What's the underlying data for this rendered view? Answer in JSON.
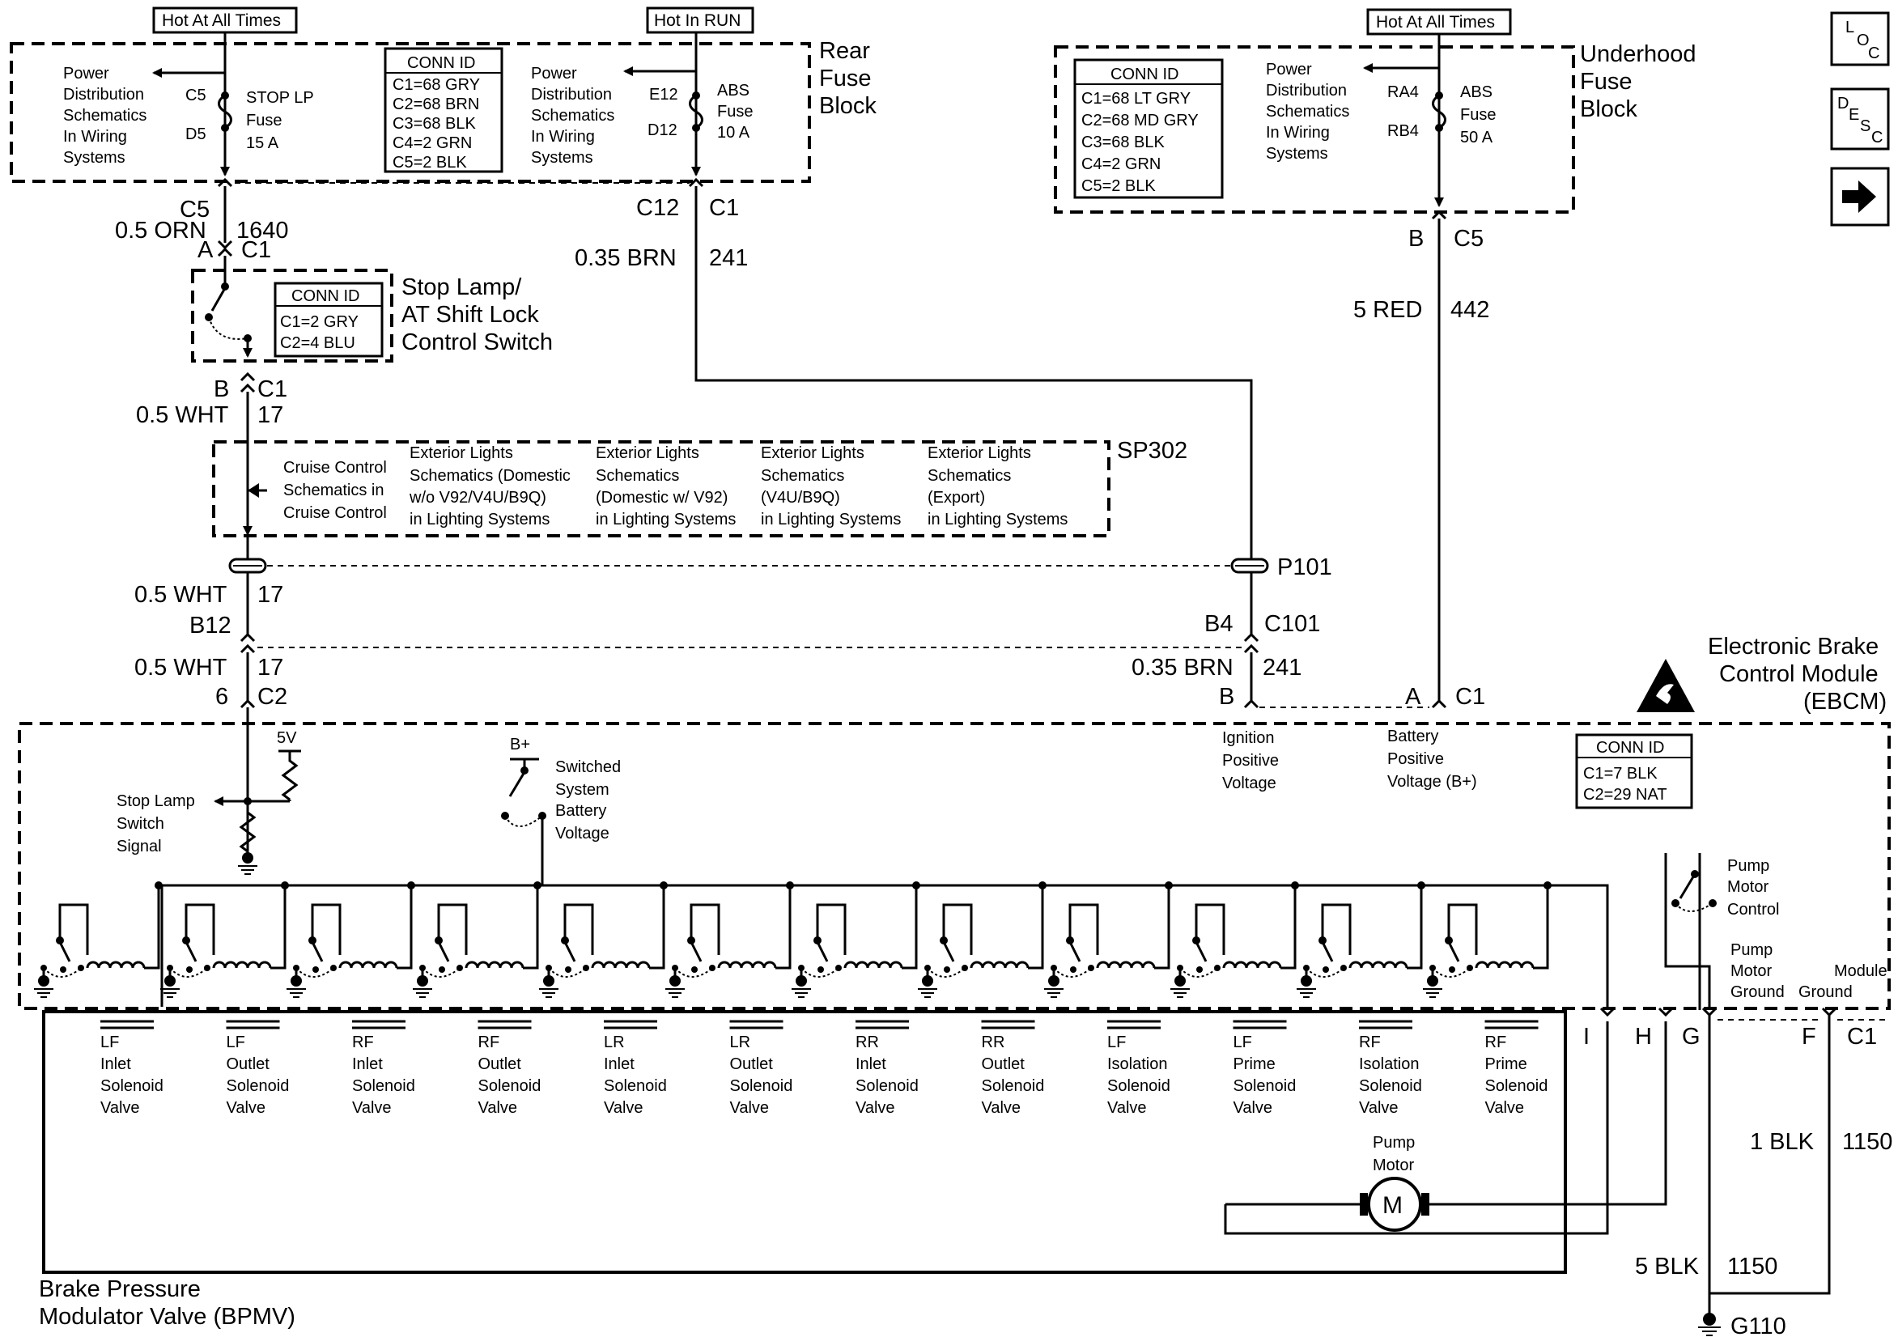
{
  "nav": {
    "loc": [
      "L",
      "O",
      "C"
    ],
    "desc": [
      "D",
      "E",
      "S",
      "C"
    ],
    "arrow": "arrow-right-icon"
  },
  "hot_tags": {
    "rear_stop": "Hot At All Times",
    "rear_abs": "Hot In RUN",
    "underhood": "Hot At All Times"
  },
  "rear_fuse_block": {
    "title": [
      "Rear",
      "Fuse",
      "Block"
    ],
    "left_ref": [
      "Power",
      "Distribution",
      "Schematics",
      "In Wiring",
      "Systems"
    ],
    "stop_fuse": {
      "in": "C5",
      "out": "D5",
      "label": [
        "STOP LP",
        "Fuse",
        "15 A"
      ]
    },
    "conn_id": {
      "title": "CONN ID",
      "rows": [
        "C1=68 GRY",
        "C2=68 BRN",
        "C3=68 BLK",
        "C4=2 GRN",
        "C5=2 BLK"
      ]
    },
    "right_ref": [
      "Power",
      "Distribution",
      "Schematics",
      "In Wiring",
      "Systems"
    ],
    "abs_fuse": {
      "in": "E12",
      "out": "D12",
      "label": [
        "ABS",
        "Fuse",
        "10 A"
      ]
    }
  },
  "underhood_fuse_block": {
    "title": [
      "Underhood",
      "Fuse",
      "Block"
    ],
    "conn_id": {
      "title": "CONN ID",
      "rows": [
        "C1=68 LT GRY",
        "C2=68 MD GRY",
        "C3=68 BLK",
        "C4=2 GRN",
        "C5=2 BLK"
      ]
    },
    "ref": [
      "Power",
      "Distribution",
      "Schematics",
      "In Wiring",
      "Systems"
    ],
    "abs_fuse": {
      "in": "RA4",
      "out": "RB4",
      "label": [
        "ABS",
        "Fuse",
        "50 A"
      ]
    }
  },
  "wires": {
    "stop_feed": {
      "pin_top": "C5",
      "wire": "0.5 ORN",
      "circuit": "1640",
      "pin_a": "A",
      "conn_a": "C1"
    },
    "abs_ign": {
      "pin": "C12",
      "conn": "C1",
      "wire": "0.35 BRN",
      "circuit": "241"
    },
    "abs_batt": {
      "pin": "B",
      "conn": "C5",
      "wire": "5 RED",
      "circuit": "442"
    },
    "stop_out": {
      "pin": "B",
      "conn": "C1",
      "wire": "0.5 WHT",
      "circuit": "17"
    },
    "splice_out": {
      "wire": "0.5 WHT",
      "circuit": "17"
    },
    "c101_left": {
      "pin": "B12"
    },
    "c101_right": {
      "pin": "B4",
      "conn": "C101"
    },
    "to_ebcm_left": {
      "wire": "0.5 WHT",
      "circuit": "17",
      "pin": "6",
      "conn": "C2"
    },
    "to_ebcm_right": {
      "wire": "0.35 BRN",
      "circuit": "241",
      "pin": "B"
    },
    "to_ebcm_batt": {
      "pin": "A",
      "conn": "C1"
    },
    "ground_top": {
      "wire": "1 BLK",
      "circuit": "1150"
    },
    "ground_bottom": {
      "wire": "5 BLK",
      "circuit": "1150"
    },
    "ground_label": "G110"
  },
  "stop_switch": {
    "title": [
      "Stop Lamp/",
      "AT Shift Lock",
      "Control Switch"
    ],
    "conn_id": {
      "title": "CONN ID",
      "rows": [
        "C1=2 GRY",
        "C2=4 BLU"
      ]
    }
  },
  "sp302": {
    "label": "SP302",
    "refs": [
      [
        "Cruise Control",
        "Schematics in",
        "Cruise Control"
      ],
      [
        "Exterior Lights",
        "Schematics (Domestic",
        "w/o V92/V4U/B9Q)",
        "in Lighting Systems"
      ],
      [
        "Exterior Lights",
        "Schematics",
        "(Domestic w/ V92)",
        "in Lighting Systems"
      ],
      [
        "Exterior Lights",
        "Schematics",
        "(V4U/B9Q)",
        "in Lighting Systems"
      ],
      [
        "Exterior Lights",
        "Schematics",
        "(Export)",
        "in Lighting Systems"
      ]
    ]
  },
  "p101": "P101",
  "ebcm": {
    "title": [
      "Electronic Brake",
      "Control Module",
      "(EBCM)"
    ],
    "conn_id": {
      "title": "CONN ID",
      "rows": [
        "C1=7 BLK",
        "C2=29 NAT"
      ]
    },
    "five_v": "5V",
    "b_plus": "B+",
    "stop_signal": [
      "Stop Lamp",
      "Switch",
      "Signal"
    ],
    "switched": [
      "Switched",
      "System",
      "Battery",
      "Voltage"
    ],
    "ignition": [
      "Ignition",
      "Positive",
      "Voltage"
    ],
    "battery": [
      "Battery",
      "Positive",
      "Voltage (B+)"
    ],
    "pump_control": [
      "Pump",
      "Motor",
      "Control"
    ],
    "pump_ground": [
      "Pump",
      "Motor",
      "Ground"
    ],
    "module_ground": [
      "Module",
      "Ground"
    ],
    "pins": [
      "I",
      "H",
      "G",
      "F"
    ],
    "conn": "C1"
  },
  "bpmv": {
    "title": [
      "Brake Pressure",
      "Modulator Valve (BPMV)"
    ],
    "valves": [
      [
        "LF",
        "Inlet",
        "Solenoid",
        "Valve"
      ],
      [
        "LF",
        "Outlet",
        "Solenoid",
        "Valve"
      ],
      [
        "RF",
        "Inlet",
        "Solenoid",
        "Valve"
      ],
      [
        "RF",
        "Outlet",
        "Solenoid",
        "Valve"
      ],
      [
        "LR",
        "Inlet",
        "Solenoid",
        "Valve"
      ],
      [
        "LR",
        "Outlet",
        "Solenoid",
        "Valve"
      ],
      [
        "RR",
        "Inlet",
        "Solenoid",
        "Valve"
      ],
      [
        "RR",
        "Outlet",
        "Solenoid",
        "Valve"
      ],
      [
        "LF",
        "Isolation",
        "Solenoid",
        "Valve"
      ],
      [
        "LF",
        "Prime",
        "Solenoid",
        "Valve"
      ],
      [
        "RF",
        "Isolation",
        "Solenoid",
        "Valve"
      ],
      [
        "RF",
        "Prime",
        "Solenoid",
        "Valve"
      ]
    ],
    "pump": [
      "Pump",
      "Motor"
    ],
    "motor_symbol": "M"
  }
}
